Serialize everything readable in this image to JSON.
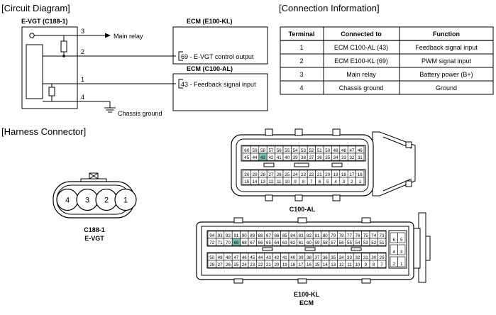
{
  "section_titles": {
    "circuit": "[Circuit Diagram]",
    "connection": "[Connection Information]",
    "harness": "[Harness Connector]"
  },
  "circuit": {
    "evgt_title": "E-VGT (C188-1)",
    "ecm_kl_title": "ECM (E100-KL)",
    "ecm_al_title": "ECM (C100-AL)",
    "wire_numbers": [
      "3",
      "2",
      "1",
      "4"
    ],
    "main_relay": "Main relay",
    "ecm_kl_pin": "69 - E-VGT control output",
    "ecm_al_pin": "43 - Feedback signal input",
    "ground": "Chassis ground"
  },
  "table": {
    "headers": [
      "Terminal",
      "Connected to",
      "Function"
    ],
    "rows": [
      [
        "1",
        "ECM C100-AL (43)",
        "Feedback signal input"
      ],
      [
        "2",
        "ECM E100-KL (69)",
        "PWM signal input"
      ],
      [
        "3",
        "Main relay",
        "Battery power (B+)"
      ],
      [
        "4",
        "Chassis ground",
        "Ground"
      ]
    ]
  },
  "c188": {
    "pins": [
      "4",
      "3",
      "2",
      "1"
    ],
    "label_line1": "C188-1",
    "label_line2": "E-VGT"
  },
  "c100": {
    "label": "C100-AL",
    "highlight_color": "#7fbfb3",
    "highlight_pin": "43",
    "rows": [
      [
        "60",
        "59",
        "58",
        "57",
        "56",
        "55",
        "54",
        "53",
        "52",
        "51",
        "50",
        "49",
        "48",
        "47",
        "46"
      ],
      [
        "45",
        "44",
        "43",
        "42",
        "41",
        "40",
        "39",
        "38",
        "37",
        "36",
        "35",
        "34",
        "33",
        "32",
        "31"
      ],
      [
        "30",
        "29",
        "28",
        "27",
        "26",
        "25",
        "24",
        "23",
        "22",
        "21",
        "20",
        "19",
        "18",
        "17",
        "16"
      ],
      [
        "15",
        "14",
        "13",
        "12",
        "11",
        "10",
        "9",
        "8",
        "7",
        "6",
        "5",
        "4",
        "3",
        "2",
        "1"
      ]
    ]
  },
  "e100": {
    "label_line1": "E100-KL",
    "label_line2": "ECM",
    "highlight_color": "#7fbfb3",
    "highlight_pin": "69",
    "rows": [
      [
        "94",
        "93",
        "92",
        "91",
        "90",
        "89",
        "88",
        "87",
        "86",
        "85",
        "84",
        "83",
        "82",
        "81",
        "80",
        "79",
        "78",
        "77",
        "76",
        "75",
        "74",
        "73"
      ],
      [
        "72",
        "71",
        "70",
        "69",
        "68",
        "67",
        "66",
        "65",
        "64",
        "63",
        "62",
        "61",
        "60",
        "59",
        "58",
        "57",
        "56",
        "55",
        "54",
        "53",
        "52",
        "51"
      ],
      [
        "50",
        "49",
        "48",
        "47",
        "46",
        "45",
        "44",
        "43",
        "42",
        "41",
        "40",
        "39",
        "38",
        "37",
        "36",
        "35",
        "34",
        "33",
        "32",
        "31",
        "30",
        "29"
      ],
      [
        "28",
        "27",
        "26",
        "25",
        "24",
        "23",
        "22",
        "21",
        "20",
        "19",
        "18",
        "17",
        "16",
        "15",
        "14",
        "13",
        "12",
        "11",
        "10",
        "9",
        "8",
        "7"
      ]
    ],
    "side_pins": [
      [
        "6",
        "5"
      ],
      [
        "4",
        "3"
      ],
      [
        "2",
        "1"
      ]
    ]
  }
}
